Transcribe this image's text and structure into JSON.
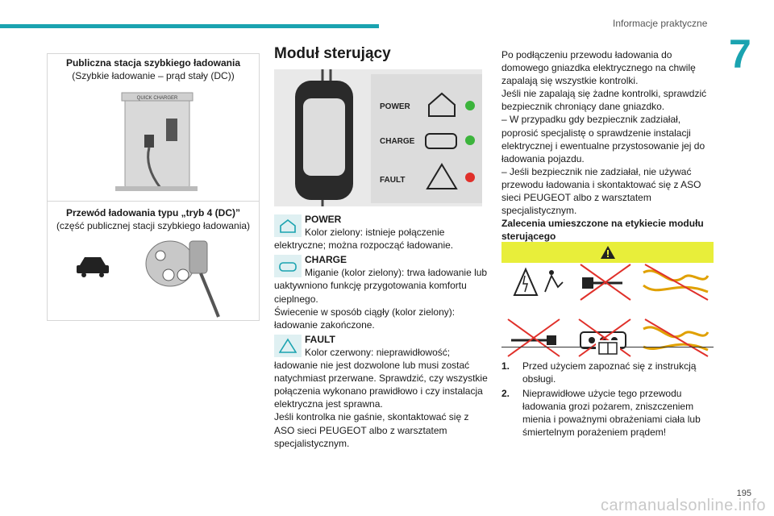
{
  "header": {
    "title": "Informacje praktyczne",
    "chapter": "7"
  },
  "page_number": "195",
  "watermark": "carmanualsonline.info",
  "left_box": {
    "cell1_title": "Publiczna stacja szybkiego ładowania",
    "cell1_sub": "(Szybkie ładowanie – prąd stały (DC))",
    "charger_label": "QUICK CHARGER",
    "cell2_title": "Przewód ładowania typu „tryb 4 (DC)”",
    "cell2_sub": "(część publicznej stacji szybkiego ładowania)"
  },
  "middle": {
    "title": "Moduł sterujący",
    "module_labels": {
      "power": "POWER",
      "charge": "CHARGE",
      "fault": "FAULT"
    },
    "power_head": "POWER",
    "power_text": "Kolor zielony: istnieje połączenie elektryczne; można rozpocząć ładowanie.",
    "charge_head": "CHARGE",
    "charge_text": "Miganie (kolor zielony): trwa ładowanie lub uaktywniono funkcję przygotowania komfortu cieplnego.",
    "charge_text2": "Świecenie w sposób ciągły (kolor zielony): ładowanie zakończone.",
    "fault_head": "FAULT",
    "fault_text": "Kolor czerwony: nieprawidłowość; ładowanie nie jest dozwolone lub musi zostać natychmiast przerwane. Sprawdzić, czy wszystkie połączenia wykonano prawidłowo i czy instalacja elektryczna jest sprawna.",
    "fault_text2": "Jeśli kontrolka nie gaśnie, skontaktować się z ASO sieci PEUGEOT albo z warsztatem specjalistycznym."
  },
  "right": {
    "p1": "Po podłączeniu przewodu ładowania do domowego gniazdka elektrycznego na chwilę zapalają się wszystkie kontrolki.",
    "p2": "Jeśli nie zapalają się żadne kontrolki, sprawdzić bezpiecznik chroniący dane gniazdko.",
    "p3": "–  W przypadku gdy bezpiecznik zadziałał, poprosić specjalistę o sprawdzenie instalacji elektrycznej i ewentualne przystosowanie jej do ładowania pojazdu.",
    "p4": "–  Jeśli bezpiecznik nie zadziałał, nie używać przewodu ładowania i skontaktować się z ASO sieci PEUGEOT albo z warsztatem specjalistycznym.",
    "p5": "Zalecenia umieszczone na etykiecie modułu sterującego",
    "list": [
      {
        "n": "1.",
        "t": "Przed użyciem zapoznać się z instrukcją obsługi."
      },
      {
        "n": "2.",
        "t": "Nieprawidłowe użycie tego przewodu ładowania grozi pożarem, zniszczeniem mienia i poważnymi obrażeniami ciała lub śmiertelnym porażeniem prądem!"
      }
    ]
  },
  "colors": {
    "accent": "#1aa3b0",
    "warning_yellow": "#e8ee3a",
    "led_green": "#3cb43c",
    "led_red": "#e0302a"
  }
}
